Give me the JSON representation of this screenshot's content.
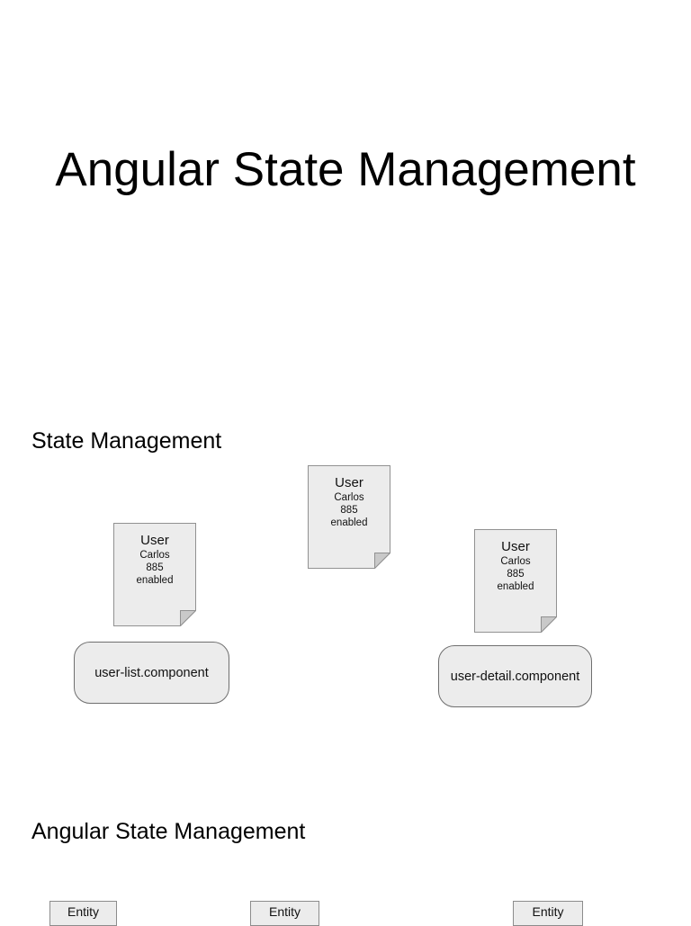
{
  "page": {
    "background": "#ffffff",
    "title": "Angular State Management"
  },
  "sections": {
    "state_management": {
      "heading": "State Management"
    },
    "angular_state_management": {
      "heading": "Angular State Management"
    }
  },
  "diagram": {
    "notes": [
      {
        "title": "User",
        "lines": [
          "Carlos",
          "885",
          "enabled"
        ]
      },
      {
        "title": "User",
        "lines": [
          "Carlos",
          "885",
          "enabled"
        ]
      },
      {
        "title": "User",
        "lines": [
          "Carlos",
          "885",
          "enabled"
        ]
      }
    ],
    "components": [
      {
        "label": "user-list.component"
      },
      {
        "label": "user-detail.component"
      }
    ],
    "entities": [
      {
        "label": "Entity"
      },
      {
        "label": "Entity"
      },
      {
        "label": "Entity"
      }
    ]
  },
  "colors": {
    "shape_fill": "#ececec",
    "shape_border": "#919191",
    "fold_fill": "#c9c9c9",
    "component_border": "#6f6f6f",
    "text": "#000000"
  }
}
